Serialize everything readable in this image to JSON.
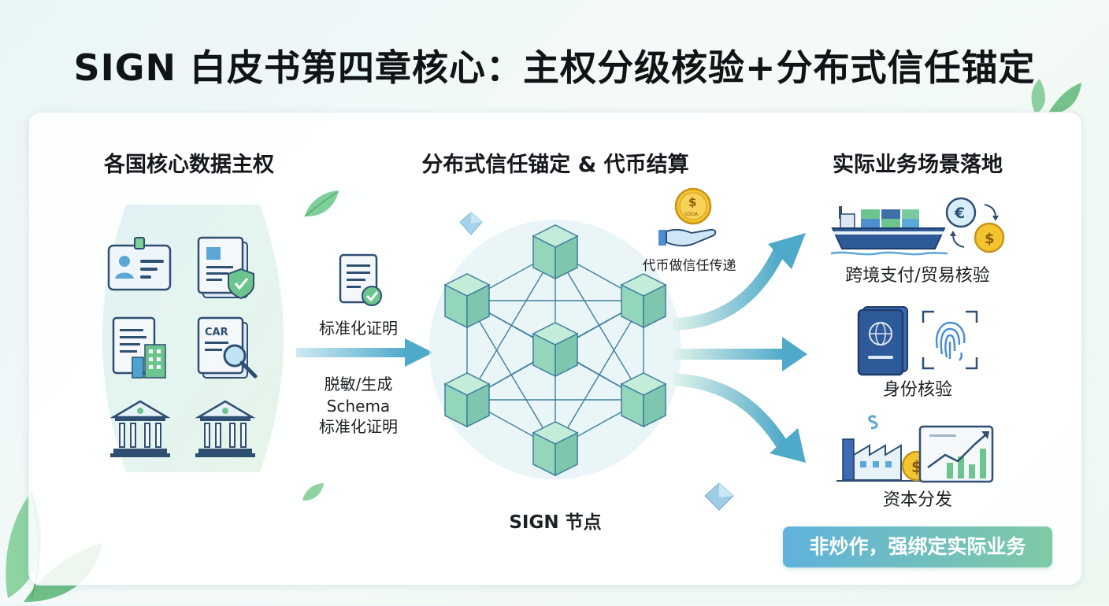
{
  "title": "SIGN 白皮书第四章核心：主权分级核验+分布式信任锚定",
  "columns": {
    "left": "各国核心数据主权",
    "middle": "分布式信任锚定 & 代币结算",
    "right": "实际业务场景落地"
  },
  "flow": {
    "standard_cert": "标准化证明",
    "desensitize_line1": "脱敏/生成",
    "desensitize_line2": "Schema",
    "desensitize_line3": "标准化证明",
    "token_trust": "代币做信任传递",
    "coin_text": "SODA"
  },
  "network": {
    "label": "SIGN 节点"
  },
  "scenarios": [
    {
      "label": "跨境支付/贸易核验"
    },
    {
      "label": "身份核验"
    },
    {
      "label": "资本分发"
    }
  ],
  "icons": {
    "car_doc": "CAR",
    "euro": "€",
    "dollar": "$"
  },
  "slogan": "非炒作，强绑定实际业务",
  "colors": {
    "teal": "#4fa9c9",
    "green": "#6fc79a",
    "cube": "#9fdcc4",
    "navy": "#2b4f8a"
  }
}
